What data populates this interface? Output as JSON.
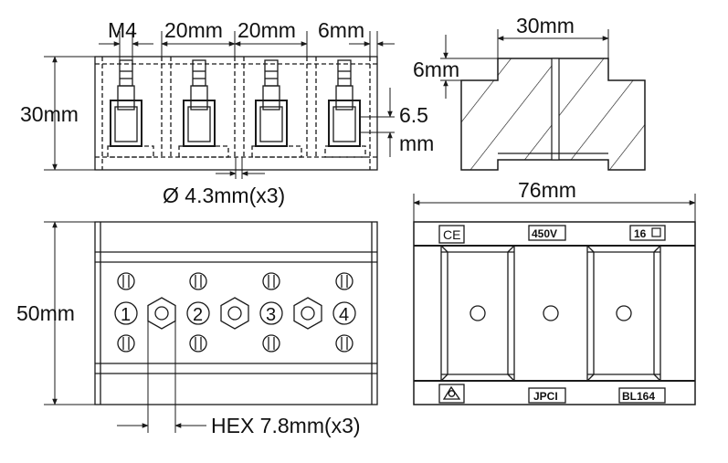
{
  "top_view": {
    "dims": {
      "screw": "M4",
      "pitch_1": "20mm",
      "pitch_2": "20mm",
      "edge": "6mm",
      "height": "30mm",
      "window_top": "6.5",
      "window_bottom": "mm",
      "hole": "Ø 4.3mm(x3)"
    }
  },
  "side_view": {
    "dims": {
      "width": "30mm",
      "step": "6mm"
    }
  },
  "front_view": {
    "dims": {
      "height": "50mm",
      "hex": "HEX 7.8mm(x3)"
    },
    "terminals": [
      "1",
      "2",
      "3",
      "4"
    ]
  },
  "bottom_view": {
    "dims": {
      "width": "76mm"
    },
    "labels": {
      "ce": "CE",
      "voltage": "450V",
      "rating": "16",
      "brand": "JPCI",
      "model": "BL164"
    }
  },
  "colors": {
    "line": "#1a1a1a",
    "fill": "#ffffff",
    "ink": "#111111"
  }
}
